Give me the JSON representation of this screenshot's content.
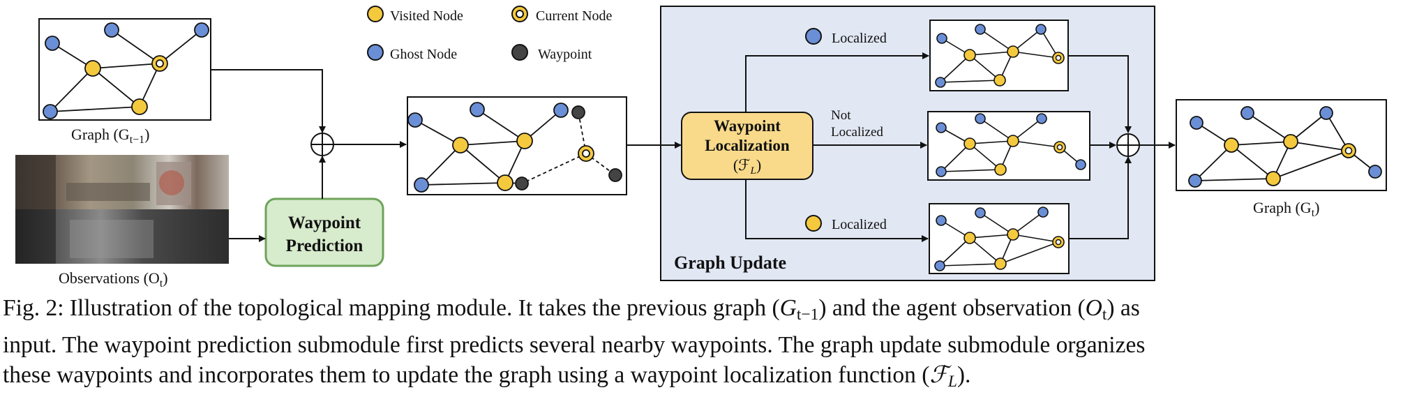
{
  "legend": {
    "visited": "Visited Node",
    "current": "Current Node",
    "ghost": "Ghost Node",
    "waypoint": "Waypoint"
  },
  "labels": {
    "graph_prev": "Graph (G",
    "graph_prev_sub": "t−1",
    "graph_prev_close": ")",
    "observations": "Observations (O",
    "observations_sub": "t",
    "observations_close": ")",
    "graph_out": "Graph (G",
    "graph_out_sub": "t",
    "graph_out_close": ")"
  },
  "blocks": {
    "waypoint_prediction": [
      "Waypoint",
      "Prediction"
    ],
    "waypoint_localization": [
      "Waypoint",
      "Localization"
    ],
    "localization_fn": "(ℱ",
    "localization_fn_sub": "L",
    "localization_fn_close": ")",
    "graph_update": "Graph Update"
  },
  "branches": {
    "top": "Localized",
    "middle": [
      "Not",
      "Localized"
    ],
    "bottom": "Localized"
  },
  "caption": {
    "line1_a": "Fig. 2: Illustration of the topological mapping module. It takes the previous graph (",
    "line1_g": "G",
    "line1_gsub": "t−1",
    "line1_b": ") and the agent observation (",
    "line1_o": "O",
    "line1_osub": "t",
    "line1_c": ") as",
    "line2": "input. The waypoint prediction submodule first predicts several nearby waypoints. The graph update submodule organizes",
    "line3_a": "these waypoints and incorporates them to update the graph using a waypoint localization function (",
    "line3_f": "ℱ",
    "line3_fsub": "L",
    "line3_b": ")."
  },
  "colors": {
    "visited": "#F5C93E",
    "ghost": "#6A8FD6",
    "waypoint": "#444444",
    "prediction_fill": "#D7EBCD",
    "prediction_stroke": "#6EA35A",
    "localization_fill": "#F8DA8A",
    "update_panel": "#E1E7F3"
  }
}
